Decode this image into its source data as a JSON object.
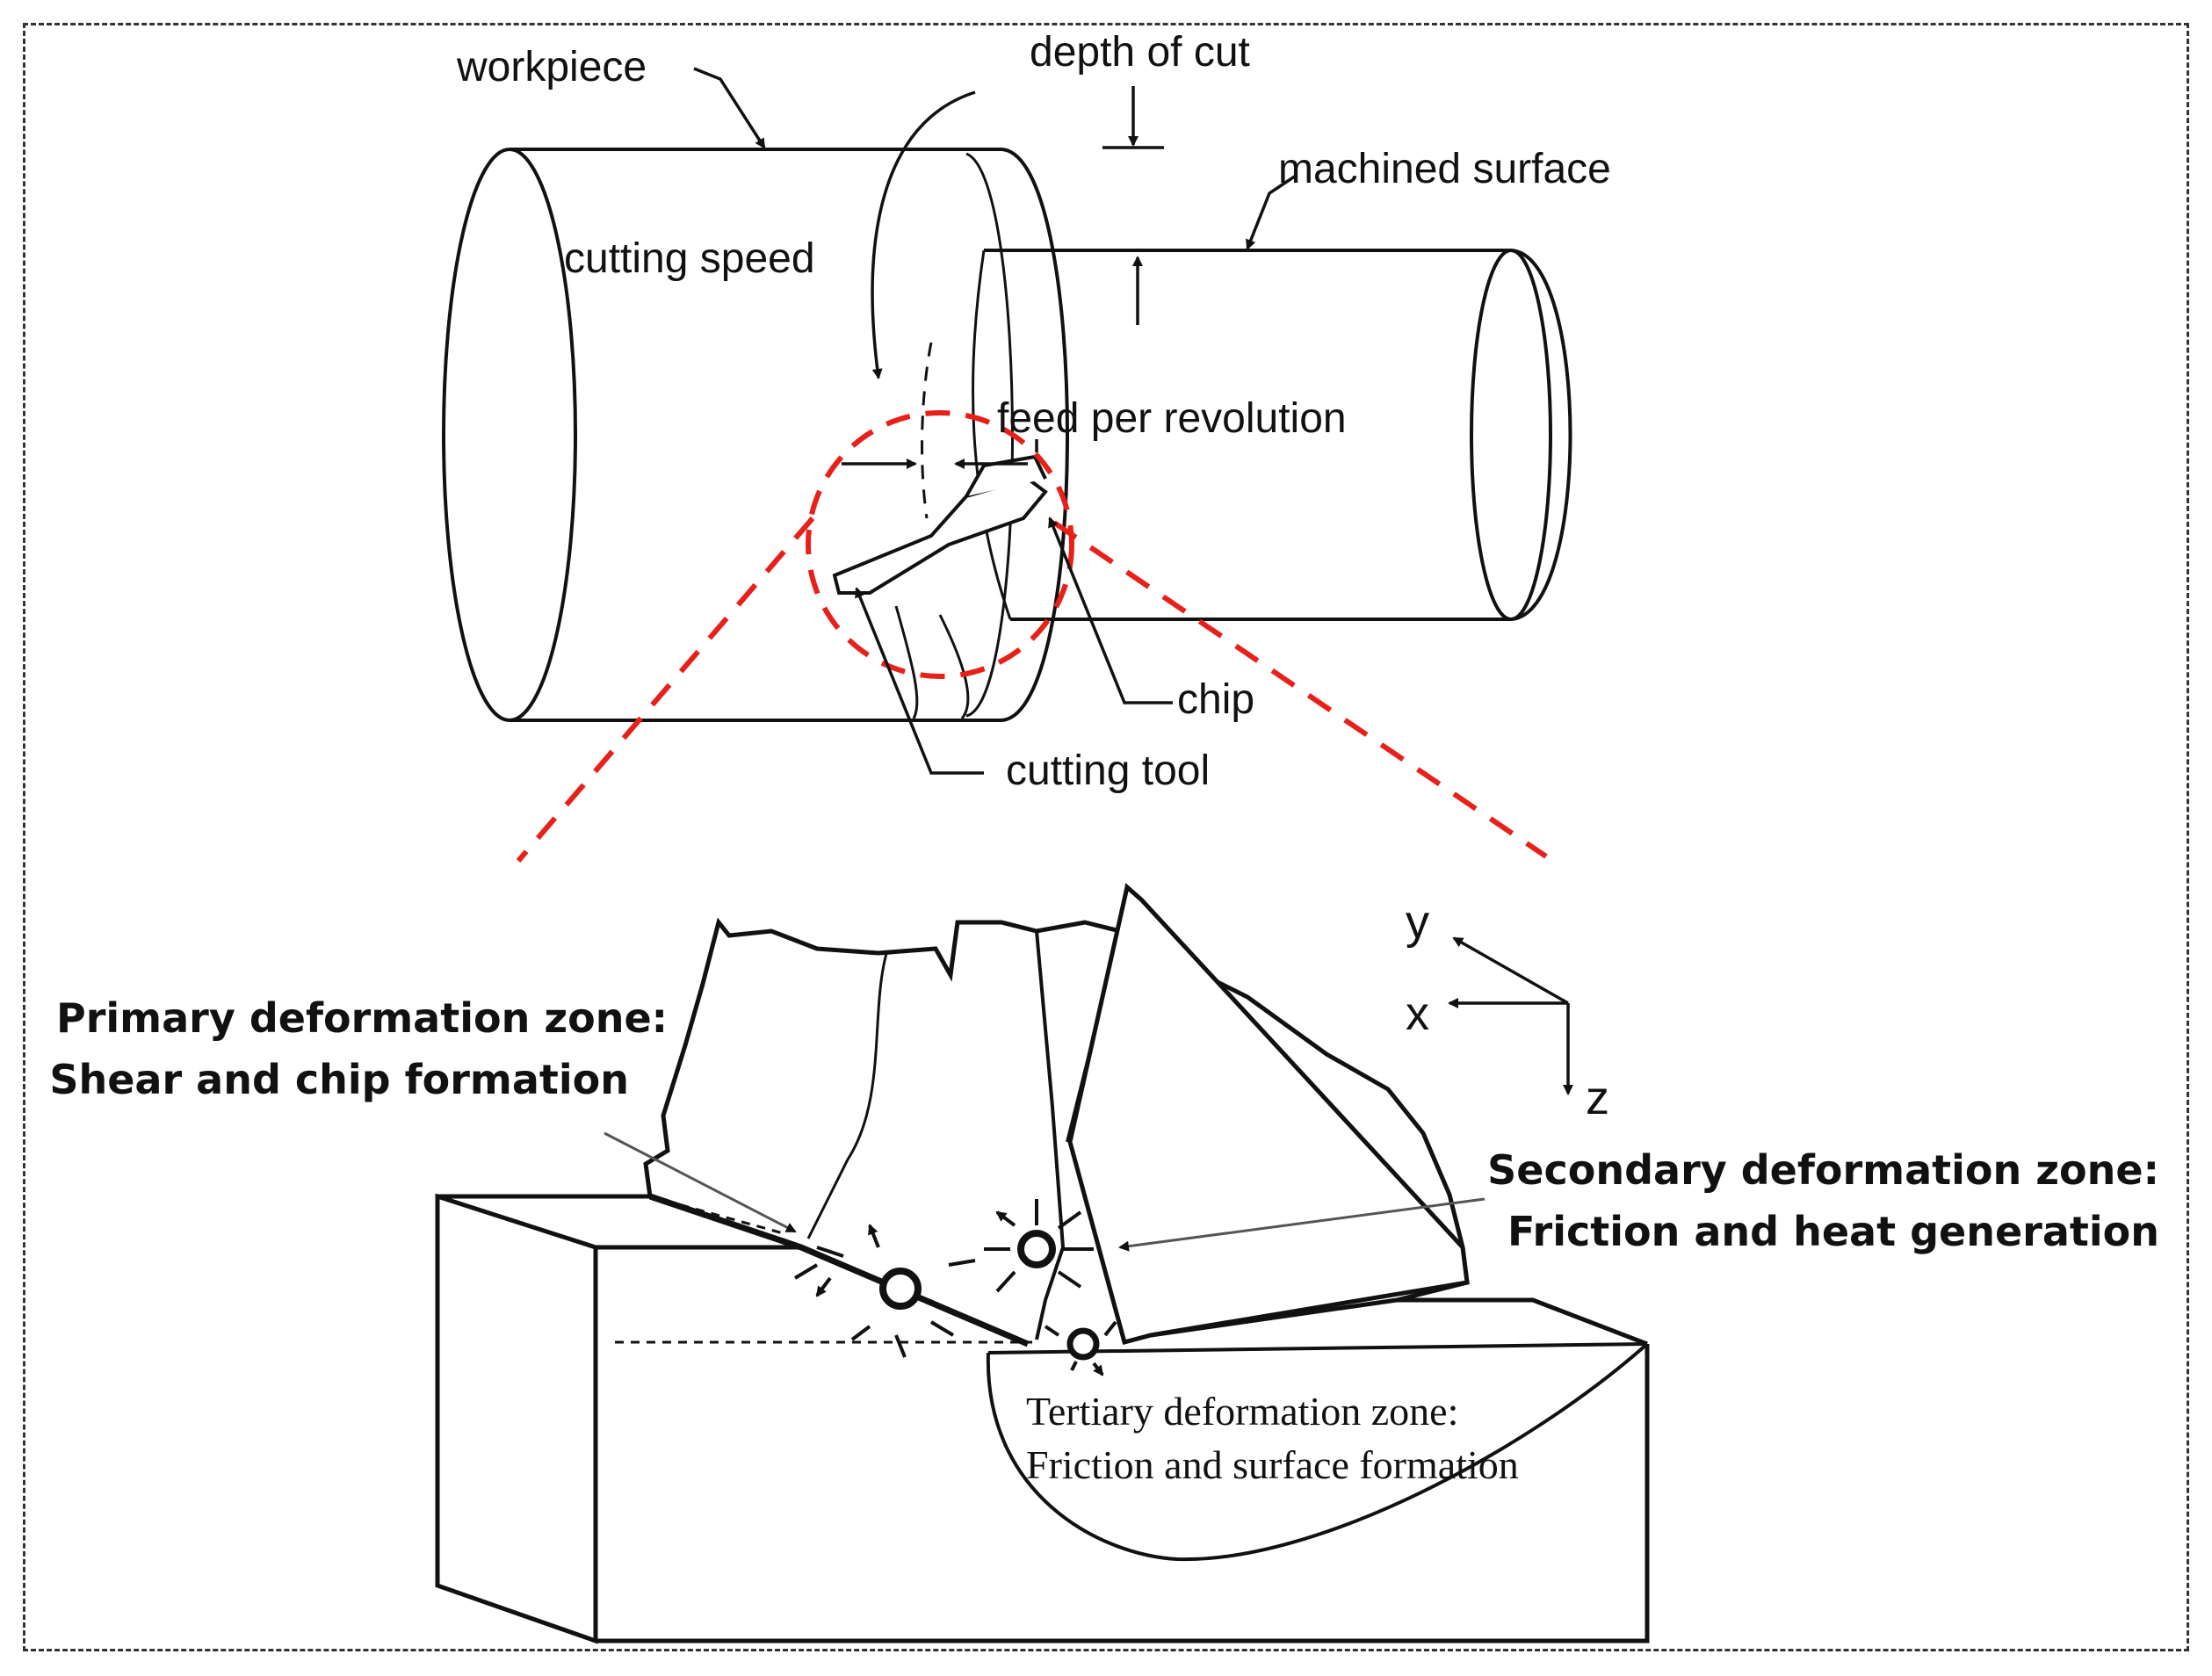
{
  "top_labels": {
    "workpiece": "workpiece",
    "depth_of_cut": "depth of cut",
    "machined_surface": "machined surface",
    "cutting_speed": "cutting speed",
    "feed_per_revolution": "feed per revolution",
    "chip": "chip",
    "cutting_tool": "cutting tool"
  },
  "axes": {
    "y": "y",
    "x": "x",
    "z": "z"
  },
  "zones": {
    "primary_line1": "Primary deformation zone:",
    "primary_line2": "Shear and chip formation",
    "secondary_line1": "Secondary deformation zone:",
    "secondary_line2": "Friction and heat generation",
    "tertiary_line1": "Tertiary deformation zone:",
    "tertiary_line2": "Friction and surface formation"
  },
  "colors": {
    "zoom_highlight": "#e8201a",
    "frame": "#333333",
    "ink": "#111111"
  }
}
